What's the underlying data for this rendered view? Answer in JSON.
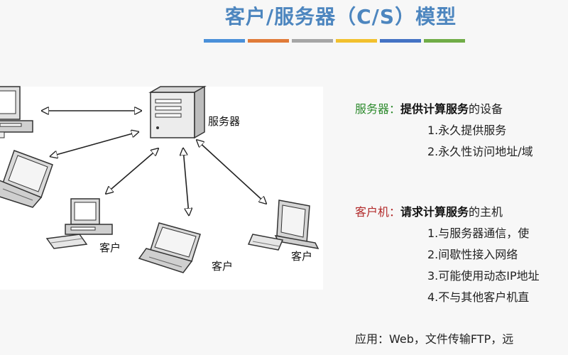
{
  "title": "客户/服务器（C/S）模型",
  "title_bar_colors": [
    "#4a90d9",
    "#e07b39",
    "#a6a6a6",
    "#f2c12e",
    "#4472c4",
    "#70ad47"
  ],
  "diagram": {
    "server_label": "服务器",
    "client_labels": [
      "客户",
      "客户",
      "客户"
    ]
  },
  "server_section": {
    "heading": "服务器：",
    "heading_color": "#2e8b2e",
    "lead_bold": "提供计算服务",
    "lead_rest": "的设备",
    "items": [
      "1.永久提供服务",
      "2.永久性访问地址/域"
    ]
  },
  "client_section": {
    "heading": "客户机：",
    "heading_color": "#b22a2a",
    "lead_bold": "请求计算服务",
    "lead_rest": "的主机",
    "items": [
      "1.与服务器通信，使",
      "2.间歇性接入网络",
      "3.可能使用动态IP地址",
      "4.不与其他客户机直"
    ]
  },
  "applications": "应用：Web，文件传输FTP，远"
}
